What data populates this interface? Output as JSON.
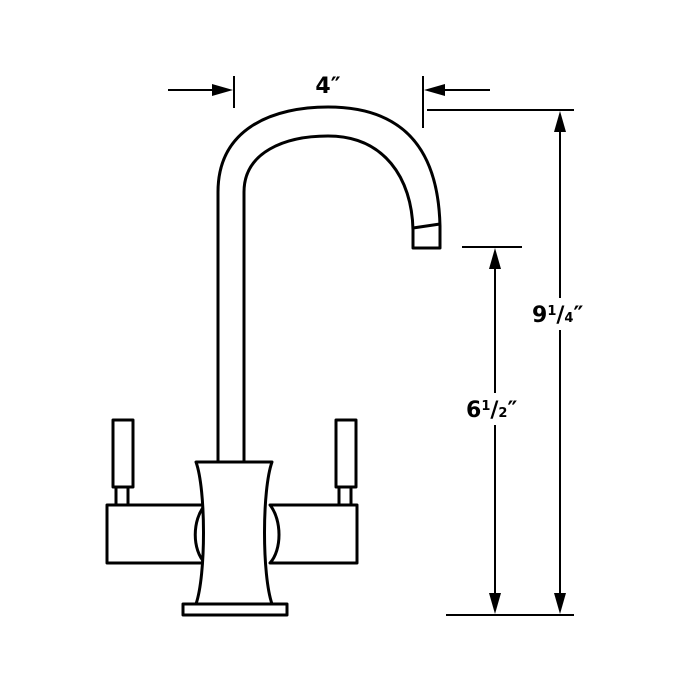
{
  "dimensions": {
    "spout_reach": {
      "label": "4″"
    },
    "overall_height": {
      "whole": "9",
      "numerator": "1",
      "slash": "/",
      "denominator": "4",
      "unit": "″"
    },
    "spout_height": {
      "whole": "6",
      "numerator": "1",
      "slash": "/",
      "denominator": "2",
      "unit": "″"
    }
  },
  "colors": {
    "line": "#000000",
    "background": "#ffffff"
  }
}
